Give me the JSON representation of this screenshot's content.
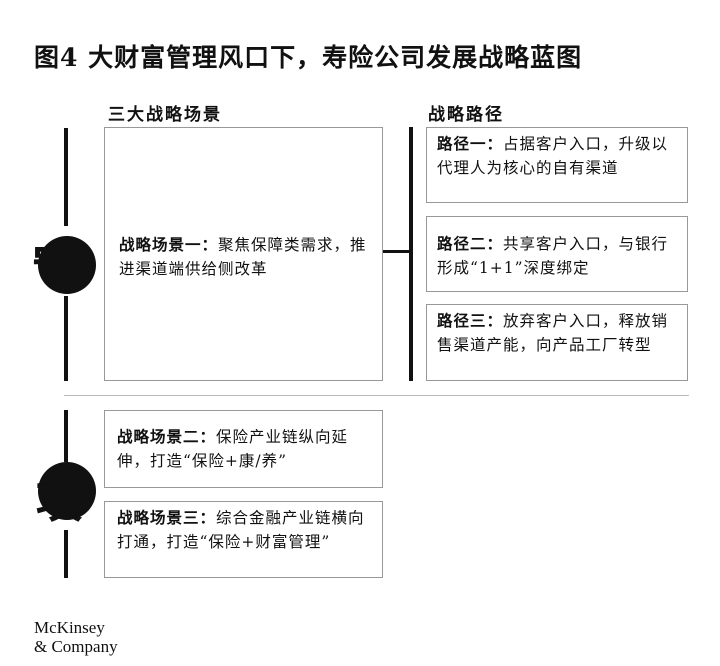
{
  "title": "图4 大财富管理风口下，寿险公司发展战略蓝图",
  "columns": {
    "left": "三大战略场景",
    "right": "战略路径"
  },
  "sections": {
    "defend": {
      "char": "守"
    },
    "attack": {
      "char": "攻"
    }
  },
  "scenarios": [
    {
      "label": "战略场景一：",
      "text": "聚焦保障类需求，推进渠道端供给侧改革"
    },
    {
      "label": "战略场景二：",
      "text": "保险产业链纵向延伸，打造“保险+康/养”"
    },
    {
      "label": "战略场景三：",
      "text": "综合金融产业链横向打通，打造“保险+财富管理”"
    }
  ],
  "paths": [
    {
      "label": "路径一：",
      "text": "占据客户入口，升级以代理人为核心的自有渠道"
    },
    {
      "label": "路径二：",
      "text": "共享客户入口，与银行形成“1+1”深度绑定"
    },
    {
      "label": "路径三：",
      "text": "放弃客户入口，释放销售渠道产能，向产品工厂转型"
    }
  ],
  "logo": {
    "line1": "McKinsey",
    "line2": "& Company"
  }
}
